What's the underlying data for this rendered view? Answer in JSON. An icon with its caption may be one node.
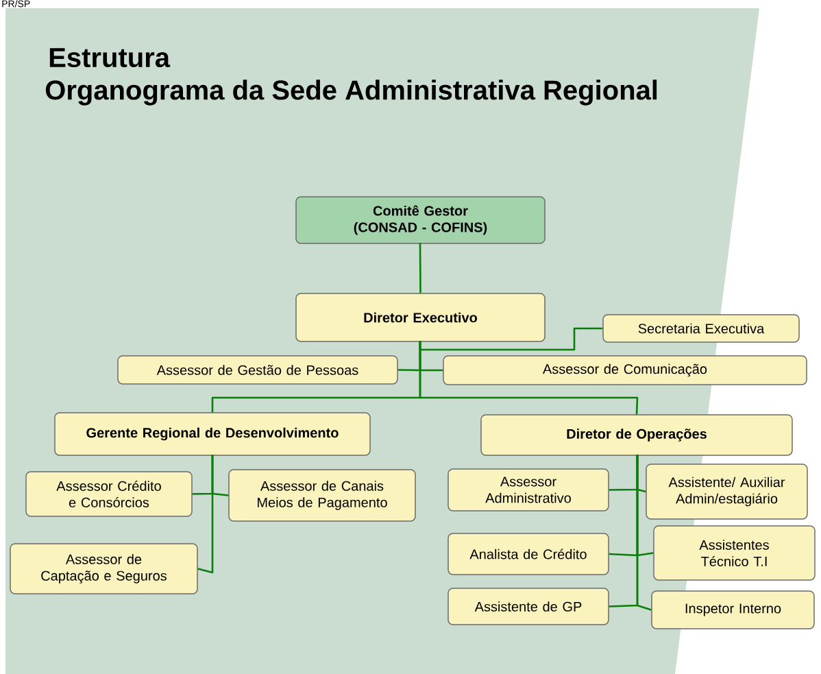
{
  "diagram": {
    "title": "Estrutura",
    "nodes": [
      {
        "text": [
          "Comitê Gestor (CONSAD - COFINS)"
        ]
      },
      {
        "text": [
          "Diretor Executivo"
        ]
      },
      {
        "text": [
          "Secretaria Executiva"
        ]
      },
      {
        "text": [
          "Assessor de Gestão de Pessoas"
        ]
      },
      {
        "text": [
          "Assessor de Comunicação"
        ]
      },
      {
        "text": [
          "Gerente Regional de Desenvolvimento"
        ]
      },
      {
        "text": [
          "Diretor de Operações"
        ]
      },
      {
        "text": [
          "Assessor Crédito e Consórcios"
        ]
      },
      {
        "text": [
          "Assessor de Canais Meios de Pagamento"
        ]
      },
      {
        "text": [
          "Assessor de Captação e Seguros"
        ]
      },
      {
        "text": [
          "Assessor Administrativo"
        ]
      },
      {
        "text": [
          "Assistente/ Auxiliar Admin/estagiário"
        ]
      },
      {
        "text": [
          "Analista de Crédito"
        ]
      },
      {
        "text": [
          "Assistentes Técnico T.I"
        ]
      },
      {
        "text": [
          "Assistente de GP"
        ]
      },
      {
        "text": [
          "Inspetor Interno"
        ]
      }
    ],
    "edges": [
      {
        "from": 0,
        "to": 1,
        "arrow": "none",
        "color": "#0a7d0a"
      },
      {
        "from": 1,
        "to": 2,
        "arrow": "none",
        "color": "#0a7d0a"
      },
      {
        "from": 1,
        "to": 3,
        "arrow": "none",
        "color": "#0a7d0a"
      },
      {
        "from": 1,
        "to": 4,
        "arrow": "none",
        "color": "#0a7d0a"
      },
      {
        "from": 1,
        "to": 5,
        "arrow": "none",
        "color": "#0a7d0a"
      },
      {
        "from": 1,
        "to": 6,
        "arrow": "none",
        "color": "#0a7d0a"
      },
      {
        "from": 5,
        "to": 7,
        "arrow": "none",
        "color": "#0a7d0a"
      },
      {
        "from": 5,
        "to": 8,
        "arrow": "none",
        "color": "#0a7d0a"
      },
      {
        "from": 5,
        "to": 9,
        "arrow": "none",
        "color": "#0a7d0a"
      },
      {
        "from": 6,
        "to": 10,
        "arrow": "none",
        "color": "#0a7d0a"
      },
      {
        "from": 6,
        "to": 11,
        "arrow": "none",
        "color": "#0a7d0a"
      },
      {
        "from": 6,
        "to": 12,
        "arrow": "none",
        "color": "#0a7d0a"
      },
      {
        "from": 6,
        "to": 13,
        "arrow": "none",
        "color": "#0a7d0a"
      },
      {
        "from": 6,
        "to": 14,
        "arrow": "none",
        "color": "#0a7d0a"
      },
      {
        "from": 6,
        "to": 15,
        "arrow": "none",
        "color": "#0a7d0a"
      }
    ],
    "labels": [
      "PR/SP",
      "Organograma da Sede Administrativa Regional"
    ]
  }
}
